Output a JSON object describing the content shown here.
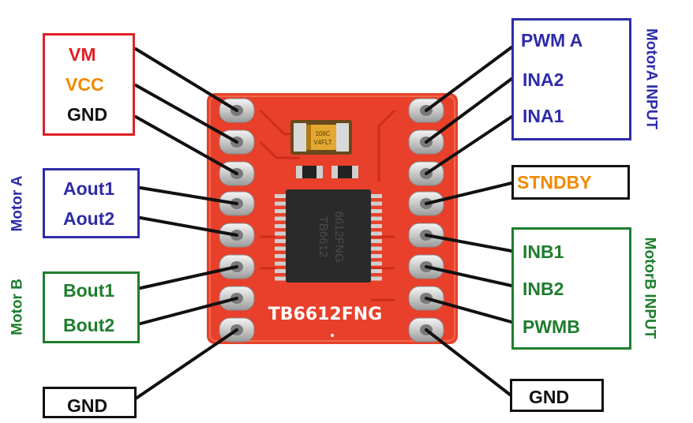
{
  "colors": {
    "red": "#e02028",
    "orange": "#f08a00",
    "blue": "#2e2ca8",
    "green": "#1f7d2e",
    "black": "#111111",
    "board": "#e8402a",
    "chip": "#2a2a2a"
  },
  "board": {
    "silkscreen": "TB6612FNG",
    "chip_text_1": "TB6612",
    "chip_text_2": "6612FNG",
    "cap_text_1": "106C",
    "cap_text_2": "V4FLT"
  },
  "left_group_power": {
    "vm": "VM",
    "vcc": "VCC",
    "gnd": "GND"
  },
  "left_group_motor_a": {
    "side_label": "Motor A",
    "aout1": "Aout1",
    "aout2": "Aout2"
  },
  "left_group_motor_b": {
    "side_label": "Motor B",
    "bout1": "Bout1",
    "bout2": "Bout2"
  },
  "left_gnd": "GND",
  "right_group_motor_a": {
    "side_label": "MotorA INPUT",
    "pwma": "PWM A",
    "ina2": "INA2",
    "ina1": "INA1"
  },
  "right_standby": "STNDBY",
  "right_group_motor_b": {
    "side_label": "MotorB INPUT",
    "inb1": "INB1",
    "inb2": "INB2",
    "pwmb": "PWMB"
  },
  "right_gnd": "GND"
}
